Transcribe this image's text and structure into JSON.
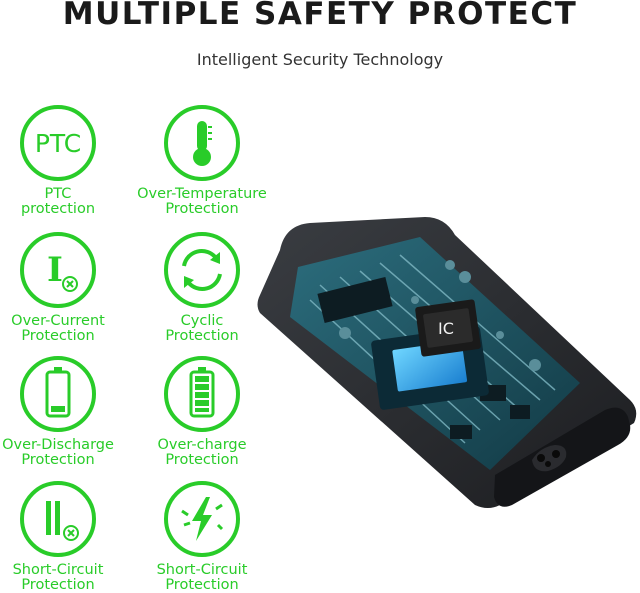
{
  "header": {
    "title": "MULTIPLE SAFETY PROTECT",
    "subtitle": "Intelligent Security Technology"
  },
  "colors": {
    "accent_green": "#29cc29",
    "title_dark": "#1a1a1a",
    "device_body": "#2a2c30"
  },
  "features": [
    {
      "icon": "ptc-icon",
      "icon_text": "PTC",
      "line1": "PTC",
      "line2": "protection"
    },
    {
      "icon": "thermometer-icon",
      "line1": "Over-Temperature",
      "line2": "Protection"
    },
    {
      "icon": "over-current-icon",
      "icon_text": "I",
      "line1": "Over-Current",
      "line2": "Protection"
    },
    {
      "icon": "cycle-arrows-icon",
      "line1": "Cyclic",
      "line2": "Protection"
    },
    {
      "icon": "battery-low-icon",
      "line1": "Over-Discharge",
      "line2": "Protection"
    },
    {
      "icon": "battery-full-icon",
      "line1": "Over-charge",
      "line2": "Protection"
    },
    {
      "icon": "short-circuit-icon",
      "line1": "Short-Circuit",
      "line2": "Protection"
    },
    {
      "icon": "lightning-icon",
      "line1": "Short-Circuit",
      "line2": "Protection"
    }
  ],
  "device": {
    "chip_label": "IC"
  }
}
